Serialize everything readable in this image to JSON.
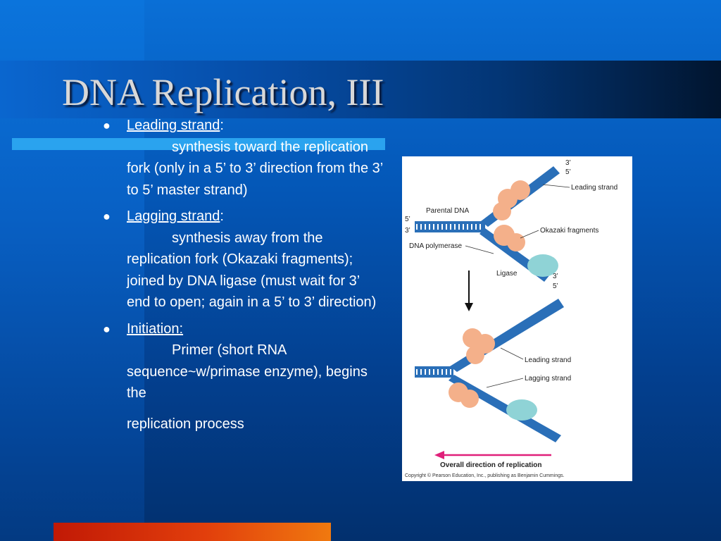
{
  "slide": {
    "title": "DNA Replication, III",
    "bullets": [
      {
        "heading": "Leading strand",
        "suffix": ":",
        "text": "synthesis toward the replication fork (only in a 5’ to 3’ direction from the 3’ to 5’ master strand)"
      },
      {
        "heading": "Lagging strand",
        "suffix": ":",
        "text": "synthesis away from the replication fork (Okazaki fragments); joined by DNA ligase (must wait for 3’ end to open; again in a 5’ to 3’ direction)"
      },
      {
        "heading": "Initiation:",
        "suffix": "",
        "text": "Primer (short RNA sequence~w/primase enzyme), begins the",
        "text2": "replication process"
      }
    ]
  },
  "figure": {
    "labels": {
      "parental_dna": "Parental DNA",
      "dna_polymerase": "DNA polymerase",
      "ligase": "Ligase",
      "leading_strand_top": "Leading strand",
      "okazaki": "Okazaki fragments",
      "leading_strand_bottom": "Leading strand",
      "lagging_strand": "Lagging strand",
      "overall_direction": "Overall direction of replication",
      "copyright": "Copyright © Pearson Education, Inc., publishing as Benjamin Cummings.",
      "end_3_top": "3’",
      "end_5_top": "5’",
      "end_5_left": "5’",
      "end_3_left": "3’",
      "end_3_bottom": "3’",
      "end_5_bottom": "5’"
    }
  },
  "colors": {
    "strand": "#2a6fb8",
    "enzyme": "#f4b08a",
    "ligase": "#8fd3d6",
    "arrow": "#e0207a"
  }
}
